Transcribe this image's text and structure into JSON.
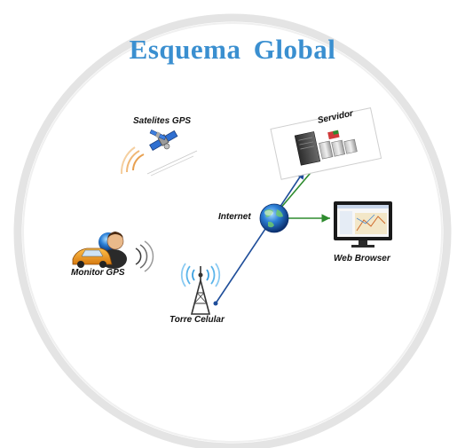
{
  "title": "Esquema  Global",
  "nodes": {
    "satellites": {
      "label": "Satelites GPS"
    },
    "server": {
      "label": "Servidor"
    },
    "internet": {
      "label": "Internet"
    },
    "web_browser": {
      "label": "Web Browser"
    },
    "monitor": {
      "label": "Monitor GPS"
    },
    "tower": {
      "label": "Torre Celular"
    }
  },
  "colors": {
    "title": "#3a8fd0",
    "link_blue": "#1f4e9a",
    "link_green": "#2e8b2e",
    "ring": "#e2e2e2",
    "signal": "#e8a050"
  }
}
